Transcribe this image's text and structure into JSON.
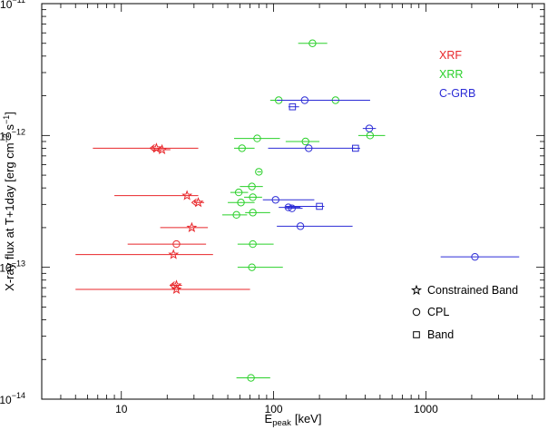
{
  "chart_data": {
    "type": "scatter",
    "x_scale": "log",
    "y_scale": "log",
    "xlim": [
      3,
      6000
    ],
    "ylim": [
      1e-14,
      1e-11
    ],
    "xlabel_main": "E",
    "xlabel_sub": "peak",
    "xlabel_unit": "[keV]",
    "ylabel": {
      "prefix": "X-ray flux at T+1day [erg cm",
      "exp1": "−2",
      "mid": " s",
      "exp2": "−1",
      "suffix": "]"
    },
    "x_ticks": [
      {
        "value": 10,
        "label": "10"
      },
      {
        "value": 100,
        "label": "100"
      },
      {
        "value": 1000,
        "label": "1000"
      }
    ],
    "y_ticks": [
      {
        "value": 1e-14,
        "mantissa": "10",
        "exp": "−14"
      },
      {
        "value": 1e-13,
        "mantissa": "10",
        "exp": "−13"
      },
      {
        "value": 1e-12,
        "mantissa": "10",
        "exp": "−12"
      },
      {
        "value": 1e-11,
        "mantissa": "10",
        "exp": "−11"
      }
    ],
    "categories_legend": [
      {
        "key": "XRF",
        "label": "XRF",
        "color": "#e8262a"
      },
      {
        "key": "XRR",
        "label": "XRR",
        "color": "#2ad02a"
      },
      {
        "key": "CGRB",
        "label": "C-GRB",
        "color": "#2b2bd6"
      }
    ],
    "markers_legend": [
      {
        "key": "star",
        "label": "Constrained Band"
      },
      {
        "key": "circle",
        "label": "CPL"
      },
      {
        "key": "square",
        "label": "Band"
      }
    ],
    "points": [
      {
        "cat": "XRF",
        "marker": "star",
        "x": 17,
        "y": 8e-13,
        "xlo": 6.5,
        "xhi": 32,
        "upper": true
      },
      {
        "cat": "XRF",
        "marker": "star",
        "x": 18.5,
        "y": 7.8e-13,
        "xlo": 16,
        "xhi": 21
      },
      {
        "cat": "XRF",
        "marker": "star",
        "x": 27,
        "y": 3.5e-13,
        "xlo": 9,
        "xhi": 32
      },
      {
        "cat": "XRF",
        "marker": "star",
        "x": 32,
        "y": 3.1e-13,
        "xlo": 30,
        "xhi": 35,
        "upper": true
      },
      {
        "cat": "XRF",
        "marker": "star",
        "x": 29,
        "y": 2e-13,
        "xlo": 18,
        "xhi": 37
      },
      {
        "cat": "XRF",
        "marker": "circle",
        "x": 23,
        "y": 1.5e-13,
        "xlo": 11,
        "xhi": 36
      },
      {
        "cat": "XRF",
        "marker": "star",
        "x": 22,
        "y": 1.25e-13,
        "xlo": 5,
        "xhi": 40
      },
      {
        "cat": "XRF",
        "marker": "star",
        "x": 23,
        "y": 7.3e-14,
        "xlo": 21,
        "xhi": 25,
        "upper": true
      },
      {
        "cat": "XRF",
        "marker": "star",
        "x": 23,
        "y": 6.8e-14,
        "xlo": 5,
        "xhi": 70
      },
      {
        "cat": "XRR",
        "marker": "circle",
        "x": 180,
        "y": 5e-12,
        "xlo": 145,
        "xhi": 225
      },
      {
        "cat": "XRR",
        "marker": "circle",
        "x": 108,
        "y": 1.85e-12,
        "xlo": 95,
        "xhi": 130
      },
      {
        "cat": "XRR",
        "marker": "circle",
        "x": 255,
        "y": 1.85e-12,
        "xlo": 150,
        "xhi": 430
      },
      {
        "cat": "XRR",
        "marker": "circle",
        "x": 430,
        "y": 1e-12,
        "xlo": 360,
        "xhi": 540
      },
      {
        "cat": "XRR",
        "marker": "circle",
        "x": 78,
        "y": 9.5e-13,
        "xlo": 55,
        "xhi": 110
      },
      {
        "cat": "XRR",
        "marker": "circle",
        "x": 162,
        "y": 9e-13,
        "xlo": 120,
        "xhi": 200
      },
      {
        "cat": "XRR",
        "marker": "circle",
        "x": 62,
        "y": 8e-13,
        "xlo": 55,
        "xhi": 75
      },
      {
        "cat": "XRR",
        "marker": "circle",
        "x": 80,
        "y": 5.3e-13,
        "xlo": 78,
        "xhi": 83
      },
      {
        "cat": "XRR",
        "marker": "circle",
        "x": 72,
        "y": 4.1e-13,
        "xlo": 60,
        "xhi": 85
      },
      {
        "cat": "XRR",
        "marker": "circle",
        "x": 59,
        "y": 3.7e-13,
        "xlo": 52,
        "xhi": 68
      },
      {
        "cat": "XRR",
        "marker": "circle",
        "x": 73,
        "y": 3.4e-13,
        "xlo": 64,
        "xhi": 84
      },
      {
        "cat": "XRR",
        "marker": "circle",
        "x": 61,
        "y": 3.1e-13,
        "xlo": 50,
        "xhi": 75
      },
      {
        "cat": "XRR",
        "marker": "circle",
        "x": 73,
        "y": 2.6e-13,
        "xlo": 65,
        "xhi": 95
      },
      {
        "cat": "XRR",
        "marker": "circle",
        "x": 57,
        "y": 2.5e-13,
        "xlo": 46,
        "xhi": 67
      },
      {
        "cat": "XRR",
        "marker": "circle",
        "x": 73,
        "y": 1.5e-13,
        "xlo": 58,
        "xhi": 100
      },
      {
        "cat": "XRR",
        "marker": "circle",
        "x": 72,
        "y": 1e-13,
        "xlo": 58,
        "xhi": 115
      },
      {
        "cat": "XRR",
        "marker": "circle",
        "x": 71,
        "y": 1.45e-14,
        "xlo": 57,
        "xhi": 95
      },
      {
        "cat": "CGRB",
        "marker": "circle",
        "x": 160,
        "y": 1.85e-12,
        "xlo": 105,
        "xhi": 430
      },
      {
        "cat": "CGRB",
        "marker": "square",
        "x": 133,
        "y": 1.65e-12,
        "xlo": 125,
        "xhi": 147
      },
      {
        "cat": "CGRB",
        "marker": "circle",
        "x": 425,
        "y": 1.13e-12,
        "xlo": 385,
        "xhi": 470
      },
      {
        "cat": "CGRB",
        "marker": "circle",
        "x": 170,
        "y": 8e-13,
        "xlo": 92,
        "xhi": 340
      },
      {
        "cat": "CGRB",
        "marker": "square",
        "x": 345,
        "y": 8e-13,
        "xlo": 325,
        "xhi": 370
      },
      {
        "cat": "CGRB",
        "marker": "circle",
        "x": 103,
        "y": 3.25e-13,
        "xlo": 85,
        "xhi": 185
      },
      {
        "cat": "CGRB",
        "marker": "circle",
        "x": 125,
        "y": 2.85e-13,
        "xlo": 108,
        "xhi": 150
      },
      {
        "cat": "CGRB",
        "marker": "circle",
        "x": 132,
        "y": 2.8e-13,
        "xlo": 120,
        "xhi": 155
      },
      {
        "cat": "CGRB",
        "marker": "square",
        "x": 200,
        "y": 2.9e-13,
        "xlo": 120,
        "xhi": 215
      },
      {
        "cat": "CGRB",
        "marker": "circle",
        "x": 150,
        "y": 2.05e-13,
        "xlo": 105,
        "xhi": 330
      },
      {
        "cat": "CGRB",
        "marker": "circle",
        "x": 2100,
        "y": 1.2e-13,
        "xlo": 1250,
        "xhi": 4100
      }
    ]
  }
}
